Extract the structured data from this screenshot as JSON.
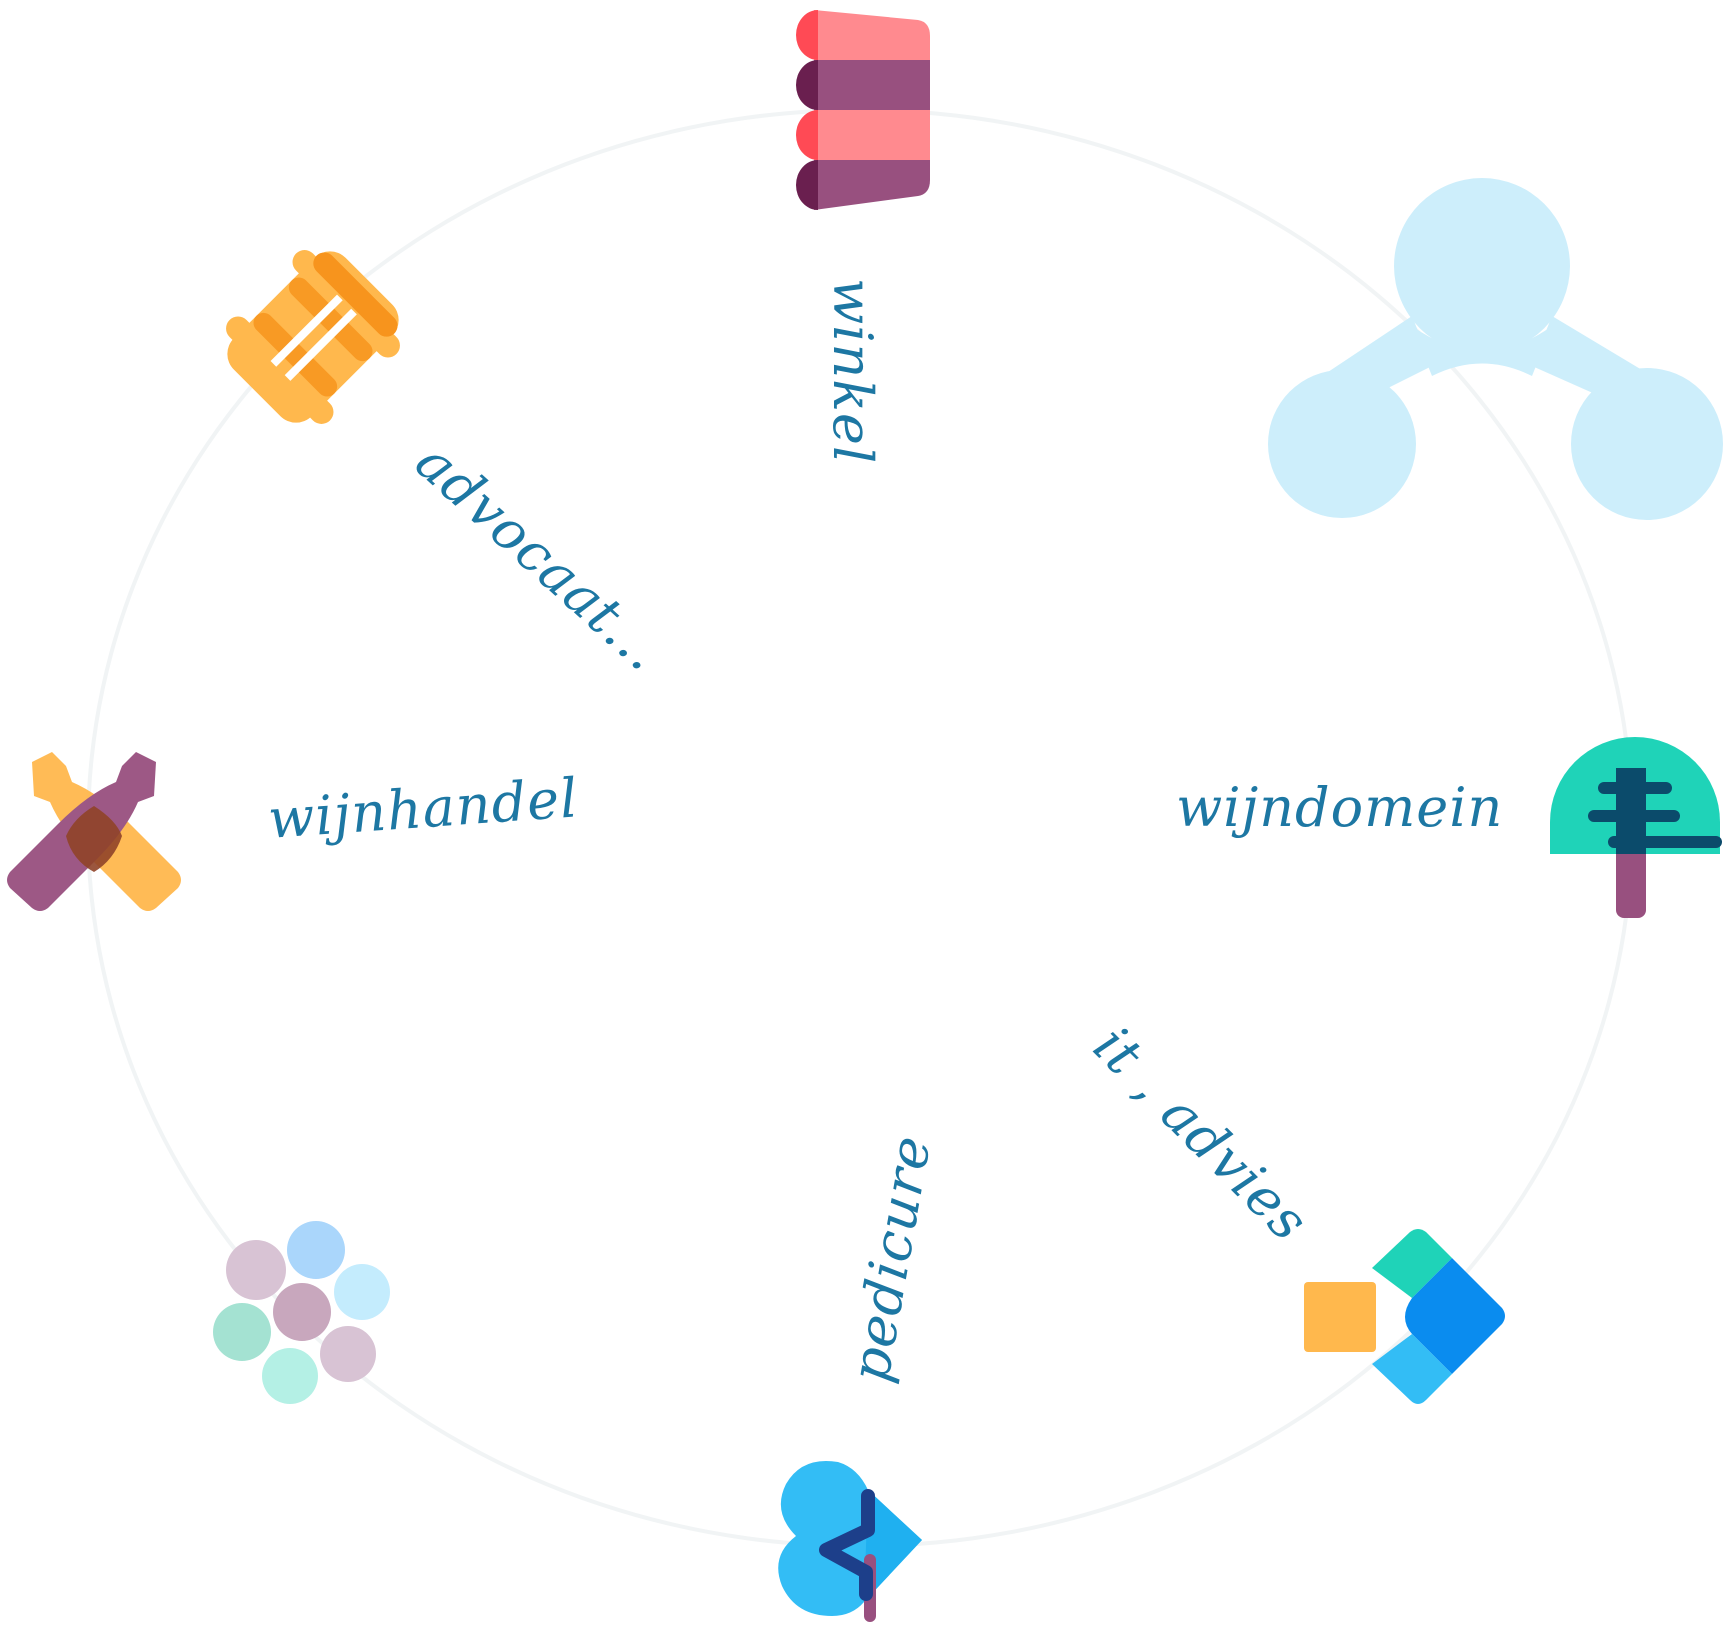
{
  "labels": {
    "winkel": "winkel",
    "advocaat": "advocaat...",
    "wijnhandel": "wijnhandel",
    "wijndomein": "wijndomein",
    "it_advies": "it , advies",
    "pedicure": "pedicure"
  },
  "colors": {
    "label_text": "#1d77a3",
    "ring": "#f1f4f5",
    "coral": "#ff8a8f",
    "red": "#ff4a55",
    "plum": "#98507f",
    "dark_plum": "#6a1f4f",
    "amber": "#ffb84d",
    "orange": "#f7941d",
    "light_blue": "#cdeefb",
    "teal": "#1fd3b8",
    "navy": "#0b4b6b",
    "blue": "#0a8cef",
    "sky": "#33bdf5"
  },
  "icons": [
    "awning-icon",
    "barrel-icon",
    "share-nodes-icon",
    "wine-bottles-icon",
    "tree-signpost-icon",
    "grape-cluster-icon",
    "direction-arrow-icon",
    "heart-pulse-icon"
  ]
}
